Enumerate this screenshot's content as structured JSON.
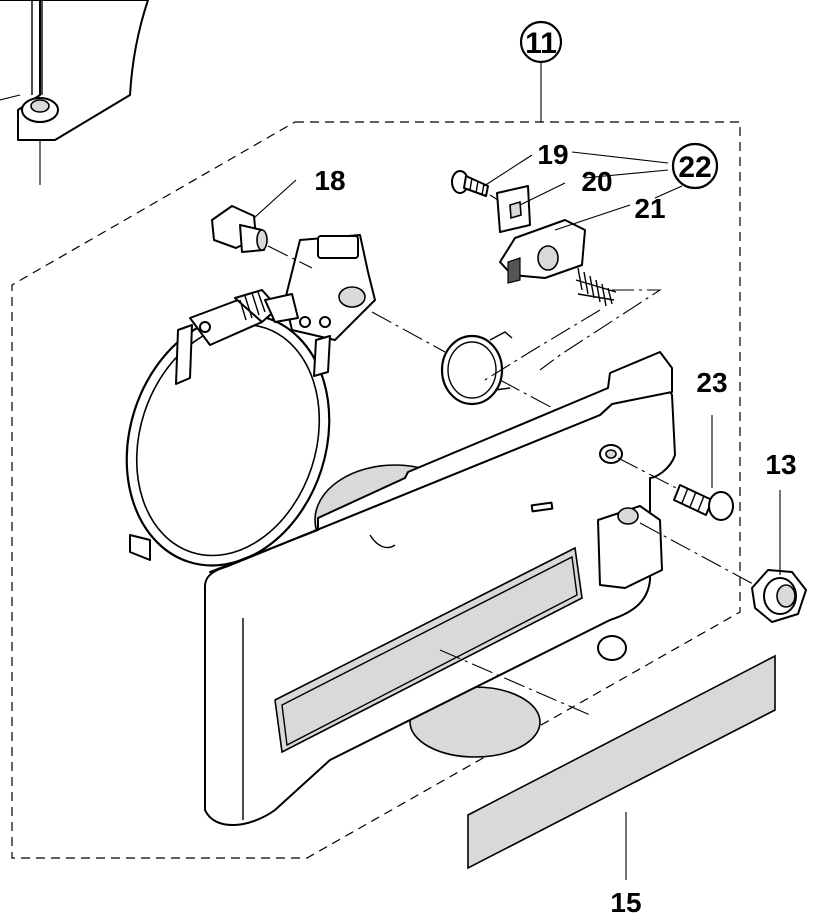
{
  "diagram": {
    "callouts": [
      {
        "id": "11",
        "label": "11",
        "circled": true
      },
      {
        "id": "13",
        "label": "13",
        "circled": false
      },
      {
        "id": "15",
        "label": "15",
        "circled": false
      },
      {
        "id": "18",
        "label": "18",
        "circled": false
      },
      {
        "id": "19",
        "label": "19",
        "circled": false
      },
      {
        "id": "20",
        "label": "20",
        "circled": false
      },
      {
        "id": "21",
        "label": "21",
        "circled": false
      },
      {
        "id": "22",
        "label": "22",
        "circled": true
      },
      {
        "id": "23",
        "label": "23",
        "circled": false
      }
    ],
    "parts": [
      "bolt-18",
      "screw-19",
      "plate-20",
      "latch-21",
      "spring",
      "brake-band",
      "wire-spring",
      "sprocket-cover",
      "screw-23",
      "nut-13",
      "label-15",
      "saw-body"
    ]
  }
}
